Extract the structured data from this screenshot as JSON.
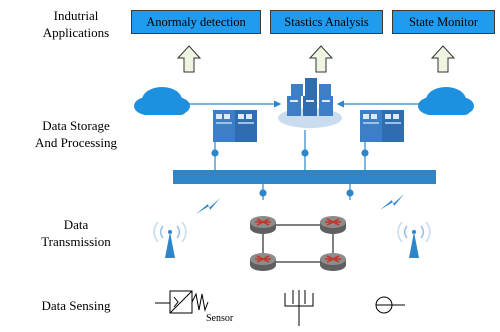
{
  "layers": {
    "applications": "Indutrial\nApplications",
    "storage": "Data Storage\nAnd Processing",
    "transmission": "Data\nTransmission",
    "sensing": "Data Sensing"
  },
  "apps": [
    "Anormaly detection",
    "Stastics Analysis",
    "State Monitor"
  ],
  "sensor_label": "Sensor",
  "colors": {
    "app_box": "#1f9bf0",
    "cloud": "#1e90e0",
    "bus": "#2e86c9",
    "arrow_fill": "#eef6e2",
    "server": "#3d7fc6",
    "router": "#7f7f7f",
    "line": "#2e86c9"
  }
}
